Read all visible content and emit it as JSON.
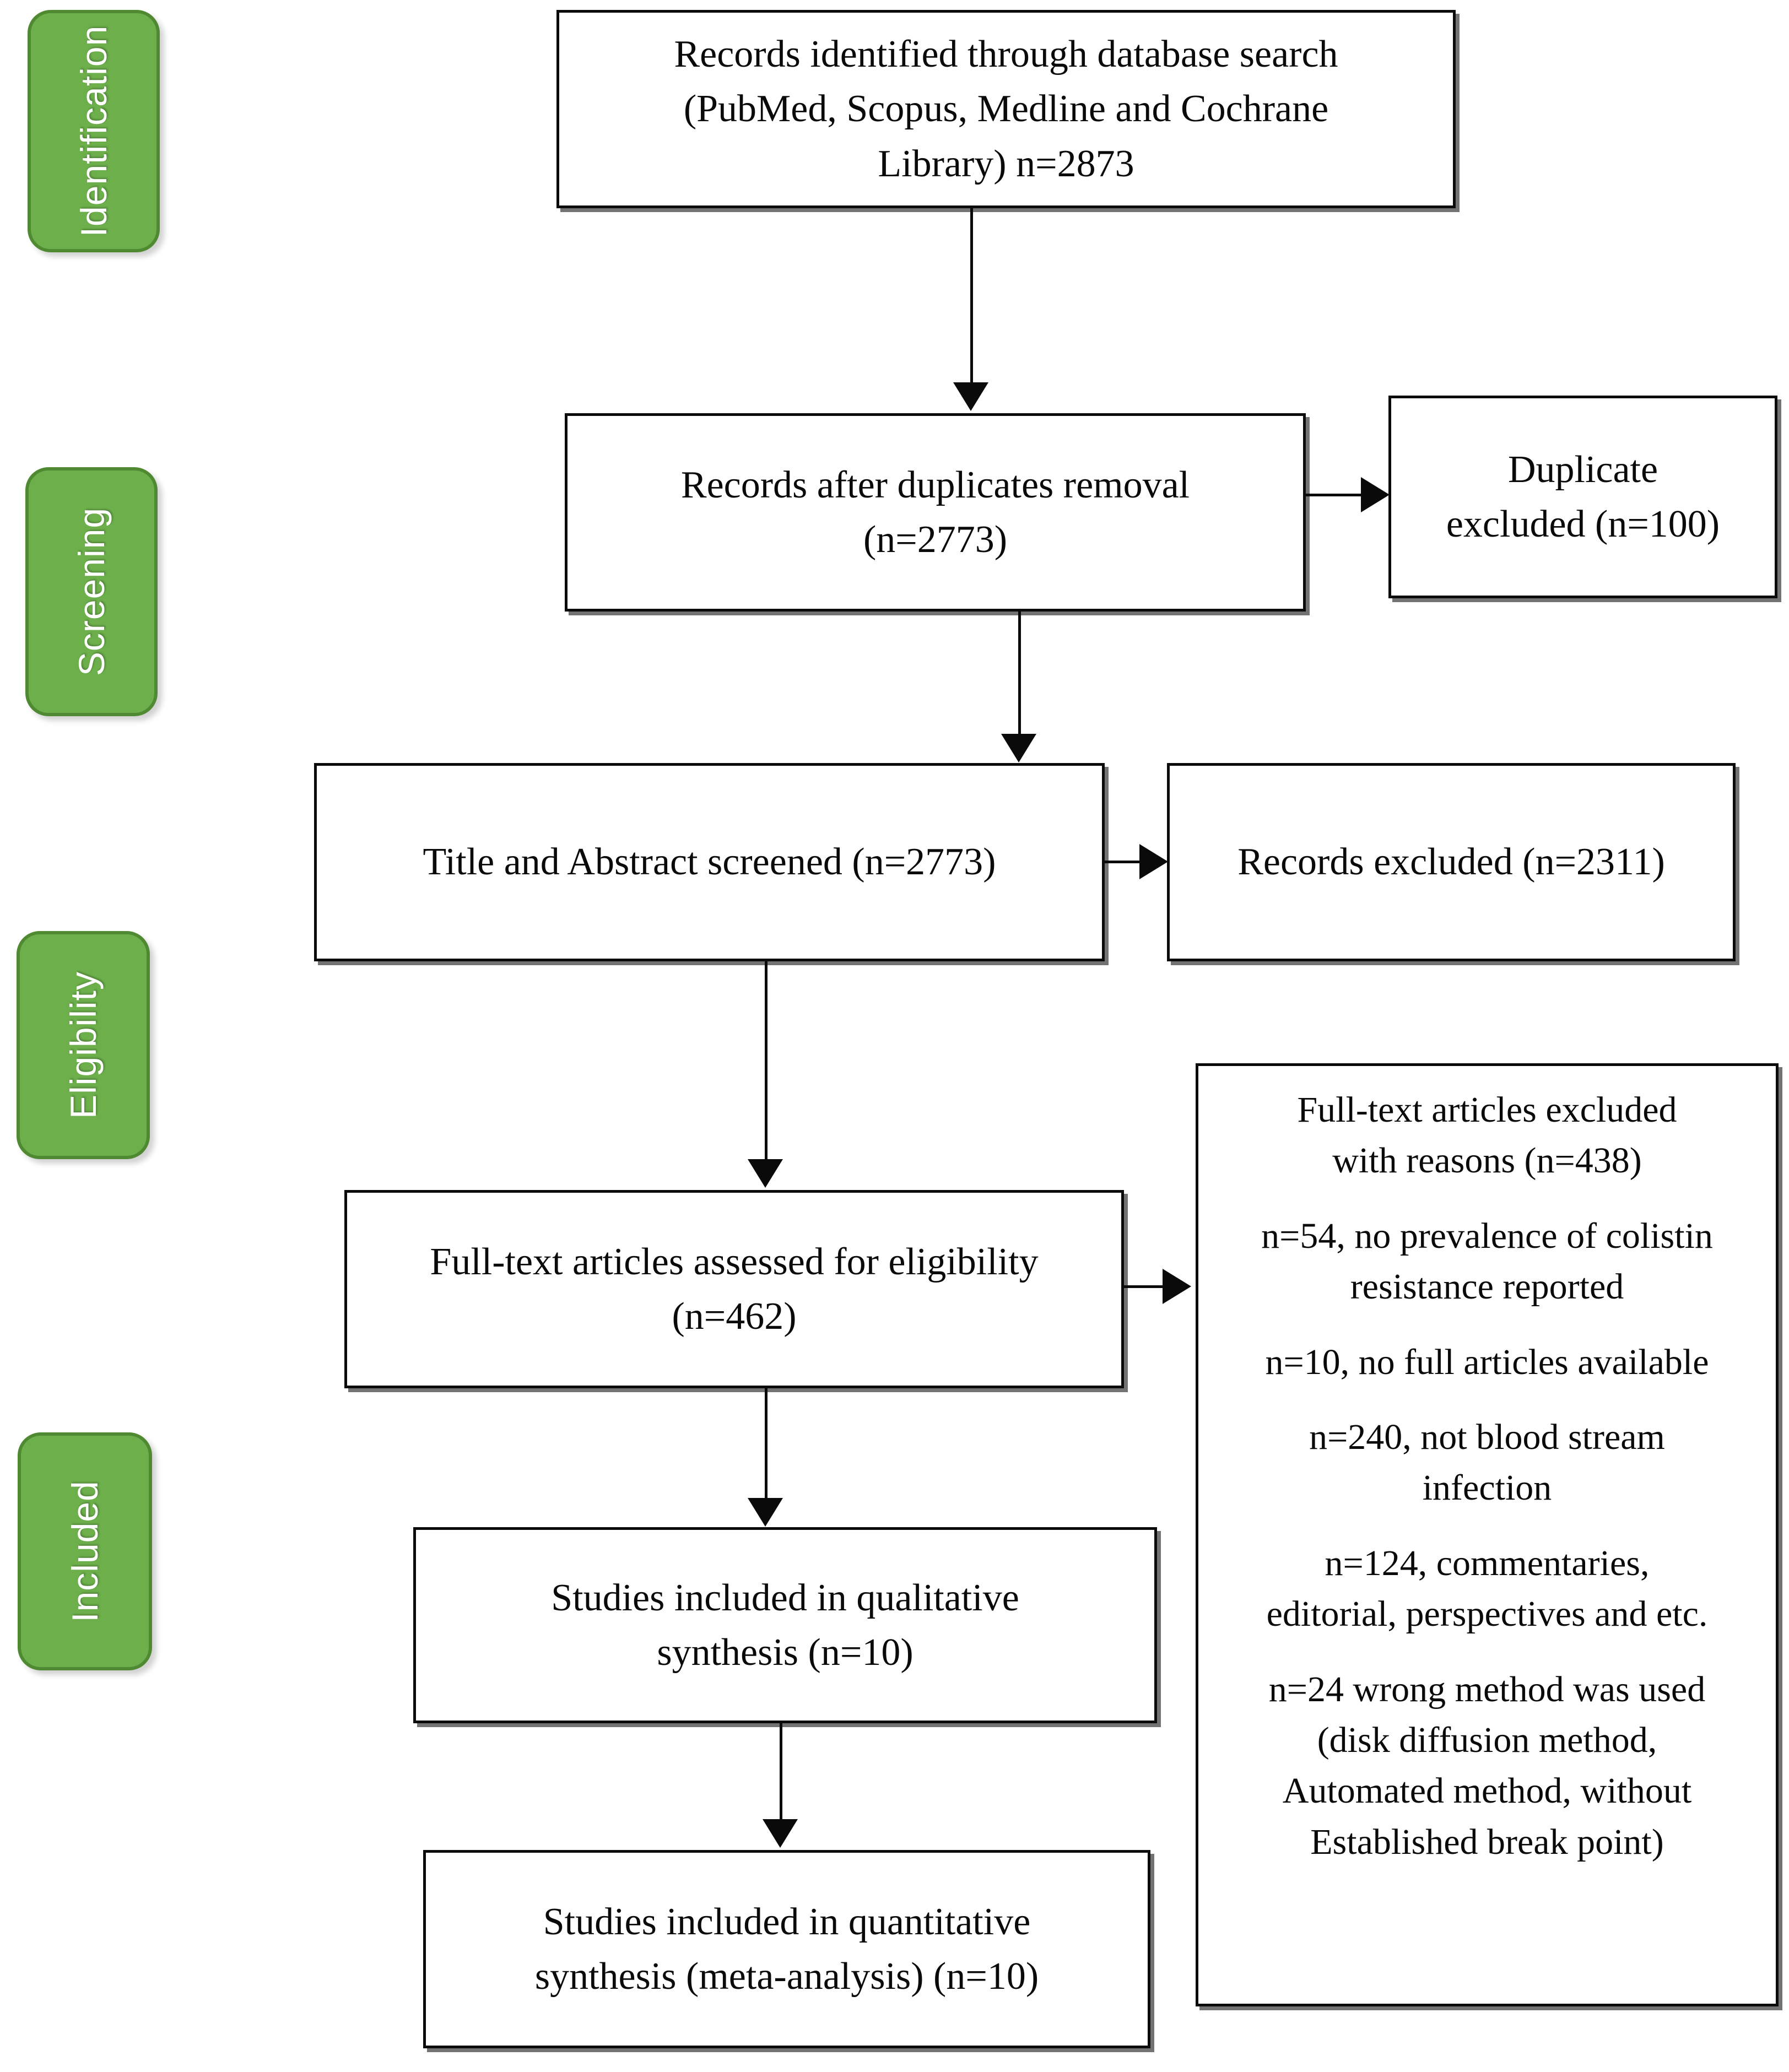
{
  "diagram": {
    "type": "prisma-flow-diagram",
    "stages": [
      {
        "id": "identification",
        "label": "Identification"
      },
      {
        "id": "screening",
        "label": "Screening"
      },
      {
        "id": "eligibility",
        "label": "Eligibility"
      },
      {
        "id": "included",
        "label": "Included"
      }
    ],
    "nodes": {
      "identified": {
        "line1": "Records identified through database search",
        "line2": "(PubMed, Scopus, Medline and Cochrane",
        "line3": "Library) n=2873"
      },
      "after_duplicates": {
        "line1": "Records after duplicates removal",
        "line2": "(n=2773)"
      },
      "duplicates_excluded": {
        "line1": "Duplicate",
        "line2": "excluded (n=100)"
      },
      "title_abstract": {
        "line1": "Title and Abstract screened (n=2773)"
      },
      "records_excluded": {
        "line1": "Records excluded (n=2311)"
      },
      "fulltext_assessed": {
        "line1": "Full-text articles assessed for eligibility",
        "line2": "(n=462)"
      },
      "fulltext_excluded": {
        "heading1": "Full-text articles excluded",
        "heading2": "with reasons (n=438)",
        "reason1_a": "n=54, no prevalence of colistin",
        "reason1_b": "resistance reported",
        "reason2": "n=10, no full articles available",
        "reason3_a": "n=240, not blood stream",
        "reason3_b": "infection",
        "reason4_a": "n=124, commentaries,",
        "reason4_b": "editorial, perspectives and etc.",
        "reason5_a": "n=24 wrong method was used",
        "reason5_b": "(disk diffusion method,",
        "reason5_c": "Automated method, without",
        "reason5_d": "Established break point)"
      },
      "qualitative": {
        "line1": "Studies included in qualitative",
        "line2": "synthesis (n=10)"
      },
      "quantitative": {
        "line1": "Studies included in quantitative",
        "line2": "synthesis (meta-analysis) (n=10)"
      }
    },
    "colors": {
      "stage_fill": "#6CAF4B",
      "stage_border": "#4F8A33",
      "stage_text": "#FFFFFF",
      "node_border": "#0B0B0B",
      "node_fill": "#FFFFFF",
      "connector": "#0A0A0A"
    }
  }
}
